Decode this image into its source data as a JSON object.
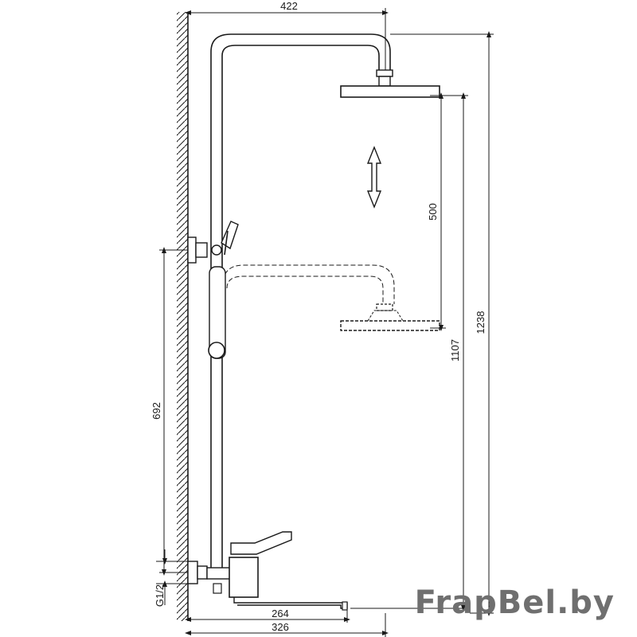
{
  "dimensions": {
    "top_width": "422",
    "head_drop": "500",
    "head_height_low": "1107",
    "total_height": "1238",
    "inlet_height": "692",
    "inlet_thread": "G1/2",
    "spout_length": "264",
    "mixer_depth": "326"
  },
  "watermark": "FrapBel.by",
  "colors": {
    "line": "#1a1a1a",
    "watermark": "#6f6f6f",
    "background": "#ffffff"
  },
  "icons": {
    "adjust_arrow": "double-vertical-arrow-icon"
  }
}
